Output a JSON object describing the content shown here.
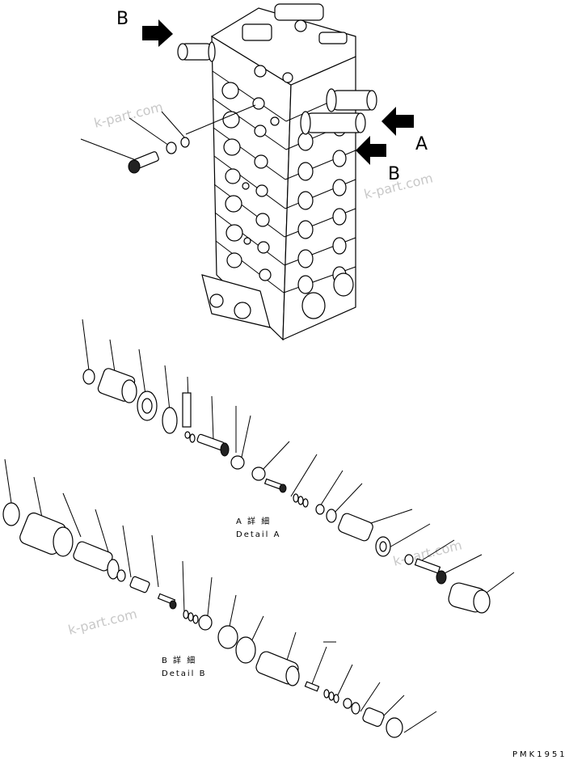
{
  "callouts": {
    "top_left": "B",
    "right_upper": "A",
    "right_lower": "B"
  },
  "detail_a": {
    "jp": "A 詳 細",
    "en": "Detail A"
  },
  "detail_b": {
    "jp": "B 詳 細",
    "en": "Detail B"
  },
  "watermarks": [
    "k-part.com",
    "k-part.com",
    "k-part.com",
    "k-part.com"
  ],
  "drawing_code": "PMK1951"
}
